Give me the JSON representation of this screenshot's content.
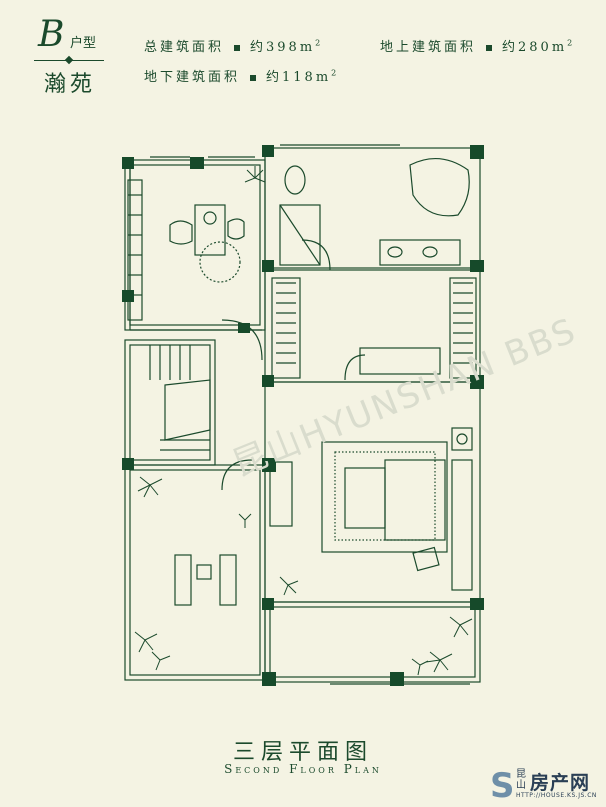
{
  "header": {
    "type_letter": "B",
    "type_suffix": "户型",
    "estate_name": "瀚苑",
    "total_area_label": "总建筑面积",
    "total_area_value": "约398m",
    "above_area_label": "地上建筑面积",
    "above_area_value": "约280m",
    "below_area_label": "地下建筑面积",
    "below_area_value": "约118m",
    "area_sup": "2"
  },
  "plan": {
    "title_cn": "三层平面图",
    "title_en": "Second Floor Plan",
    "watermark": "昆山HYUNSHAN BBS"
  },
  "logo": {
    "s_mark": "S",
    "city": "昆山",
    "name": "房产网",
    "url": "HTTP://HOUSE.KS.JS.CN"
  },
  "colors": {
    "background": "#f4f3e3",
    "ink": "#1b4a2c",
    "column_fill": "#164a2a",
    "logo_blue": "#6e8fa8"
  }
}
